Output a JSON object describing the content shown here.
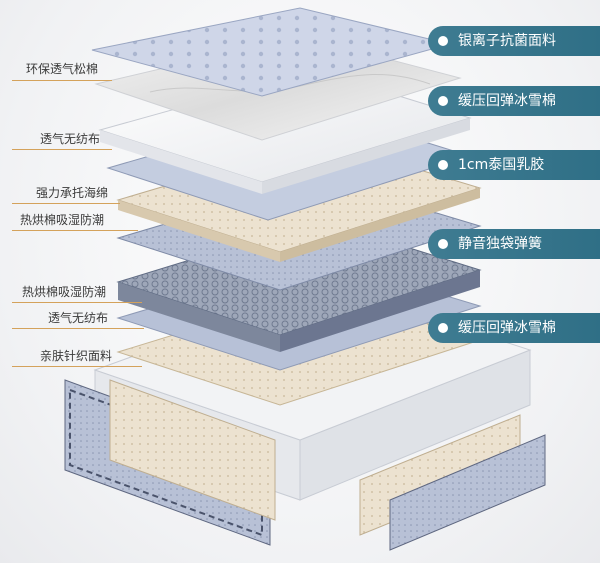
{
  "left_labels": [
    "环保透气松棉",
    "透气无纺布",
    "强力承托海绵",
    "热烘棉吸湿防潮",
    "热烘棉吸湿防潮",
    "透气无纺布",
    "亲肤针织面料"
  ],
  "right_labels": [
    "银离子抗菌面料",
    "缓压回弹冰雪棉",
    "1cm泰国乳胶",
    "静音独袋弹簧",
    "缓压回弹冰雪棉"
  ],
  "colors": {
    "tag_bg": "#2f6f86",
    "leader_line": "#d4a25b",
    "fabric": "#c9d2e6",
    "latex": "#ede3d2",
    "spring": "#8e98ad"
  }
}
